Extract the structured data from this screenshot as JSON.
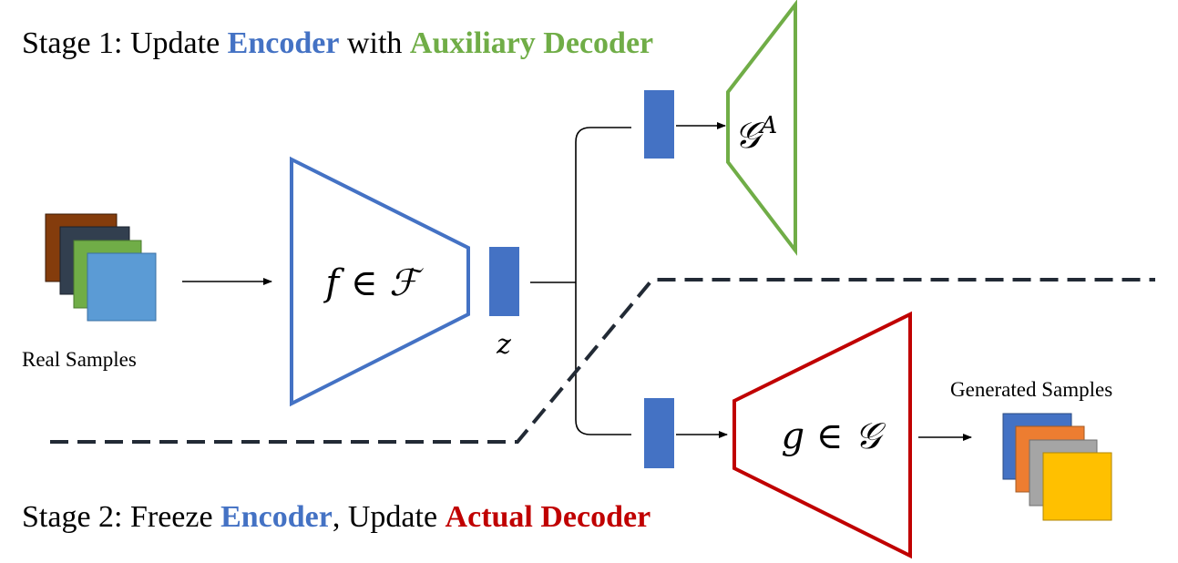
{
  "stage1": {
    "prefix": "Stage 1: Update ",
    "encoder": "Encoder",
    "middle": " with ",
    "aux_decoder": "Auxiliary Decoder"
  },
  "stage2": {
    "prefix": "Stage 2: Freeze ",
    "encoder": "Encoder",
    "middle": ", Update ",
    "actual_decoder": "Actual Decoder"
  },
  "labels": {
    "real_samples": "Real Samples",
    "generated_samples": "Generated Samples",
    "latent": "z"
  },
  "math": {
    "encoder": "f ∈ ℱ",
    "aux_decoder_base": "𝒢",
    "aux_decoder_sup": "A",
    "actual_decoder": "g ∈ 𝒢"
  },
  "colors": {
    "encoder": "#4472C4",
    "aux_decoder": "#70AD47",
    "actual_decoder": "#C00000",
    "latent_block": "#4472C4",
    "divider": "#222A35",
    "real_samples": [
      "#843C0C",
      "#323F4F",
      "#70AD47",
      "#5B9BD5"
    ],
    "generated_samples": [
      "#4472C4",
      "#ED7D31",
      "#A5A5A5",
      "#FFC000"
    ]
  }
}
